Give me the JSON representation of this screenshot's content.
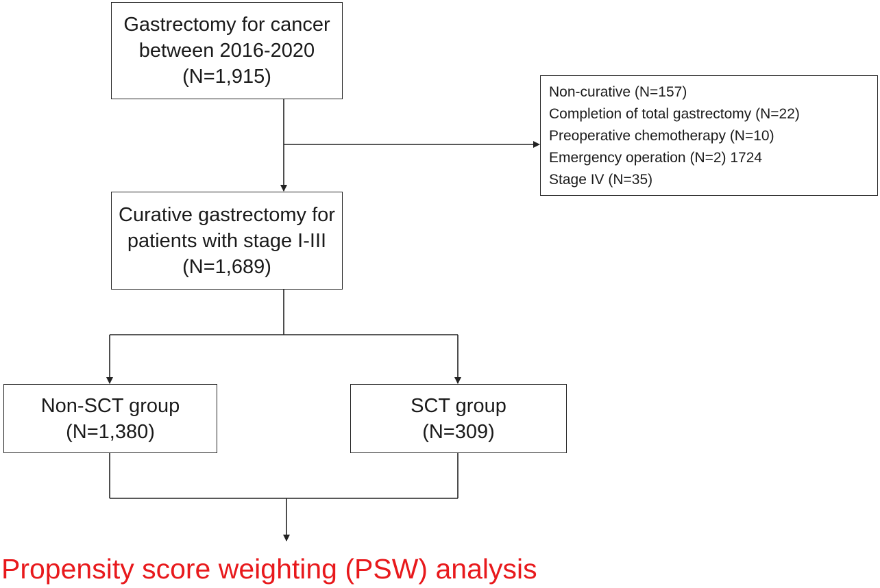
{
  "start_box": {
    "line1": "Gastrectomy for cancer",
    "line2": "between 2016-2020",
    "line3": "(N=1,915)"
  },
  "exclusion_box": {
    "items": [
      "Non-curative  (N=157)",
      "Completion of total gastrectomy (N=22)",
      "Preoperative chemotherapy (N=10)",
      "Emergency operation (N=2) 1724",
      "Stage IV (N=35)"
    ]
  },
  "curative_box": {
    "line1": "Curative gastrectomy for",
    "line2": "patients with stage I-III",
    "line3": "(N=1,689)"
  },
  "non_sct_box": {
    "line1": "Non-SCT group",
    "line2": "(N=1,380)"
  },
  "sct_box": {
    "line1": "SCT group",
    "line2": "(N=309)"
  },
  "result": {
    "text": "Propensity score weighting (PSW) analysis",
    "color": "#e8191c"
  },
  "colors": {
    "line": "#222222",
    "text": "#1a1a1a"
  }
}
